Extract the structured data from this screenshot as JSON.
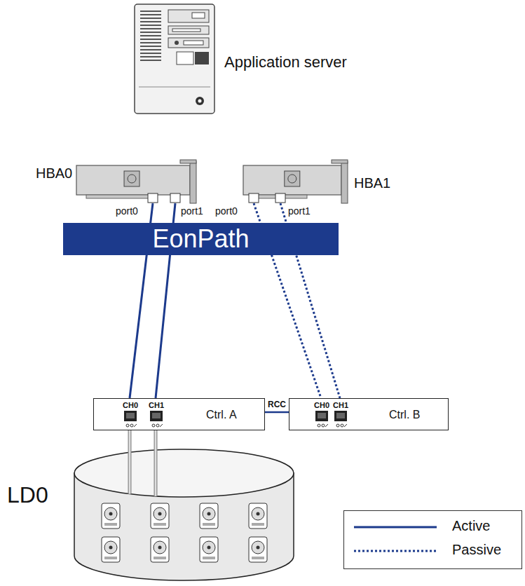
{
  "diagram": {
    "nodes": [
      {
        "text": [
          "Application server"
        ]
      },
      {
        "text": [
          "HBA0",
          "port0",
          "port1"
        ]
      },
      {
        "text": [
          "HBA1",
          "port0",
          "port1"
        ]
      },
      {
        "text": [
          "EonPath"
        ]
      },
      {
        "text": [
          "CH0",
          "CH1",
          "Ctrl. A"
        ]
      },
      {
        "text": [
          "CH0",
          "CH1",
          "Ctrl. B"
        ]
      },
      {
        "text": [
          "LD0"
        ]
      }
    ],
    "edges": [
      {
        "from": 1,
        "to": 4,
        "arrow": "none"
      },
      {
        "from": 1,
        "to": 4,
        "arrow": "none"
      },
      {
        "from": 2,
        "to": 5,
        "arrow": "none"
      },
      {
        "from": 2,
        "to": 5,
        "arrow": "none"
      },
      {
        "from": 4,
        "to": 5,
        "label": "RCC",
        "arrow": "none"
      },
      {
        "from": 4,
        "to": 6,
        "arrow": "none"
      },
      {
        "from": 4,
        "to": 6,
        "arrow": "none"
      }
    ],
    "legend": [
      {
        "text": "Active"
      },
      {
        "text": "Passive"
      }
    ]
  }
}
